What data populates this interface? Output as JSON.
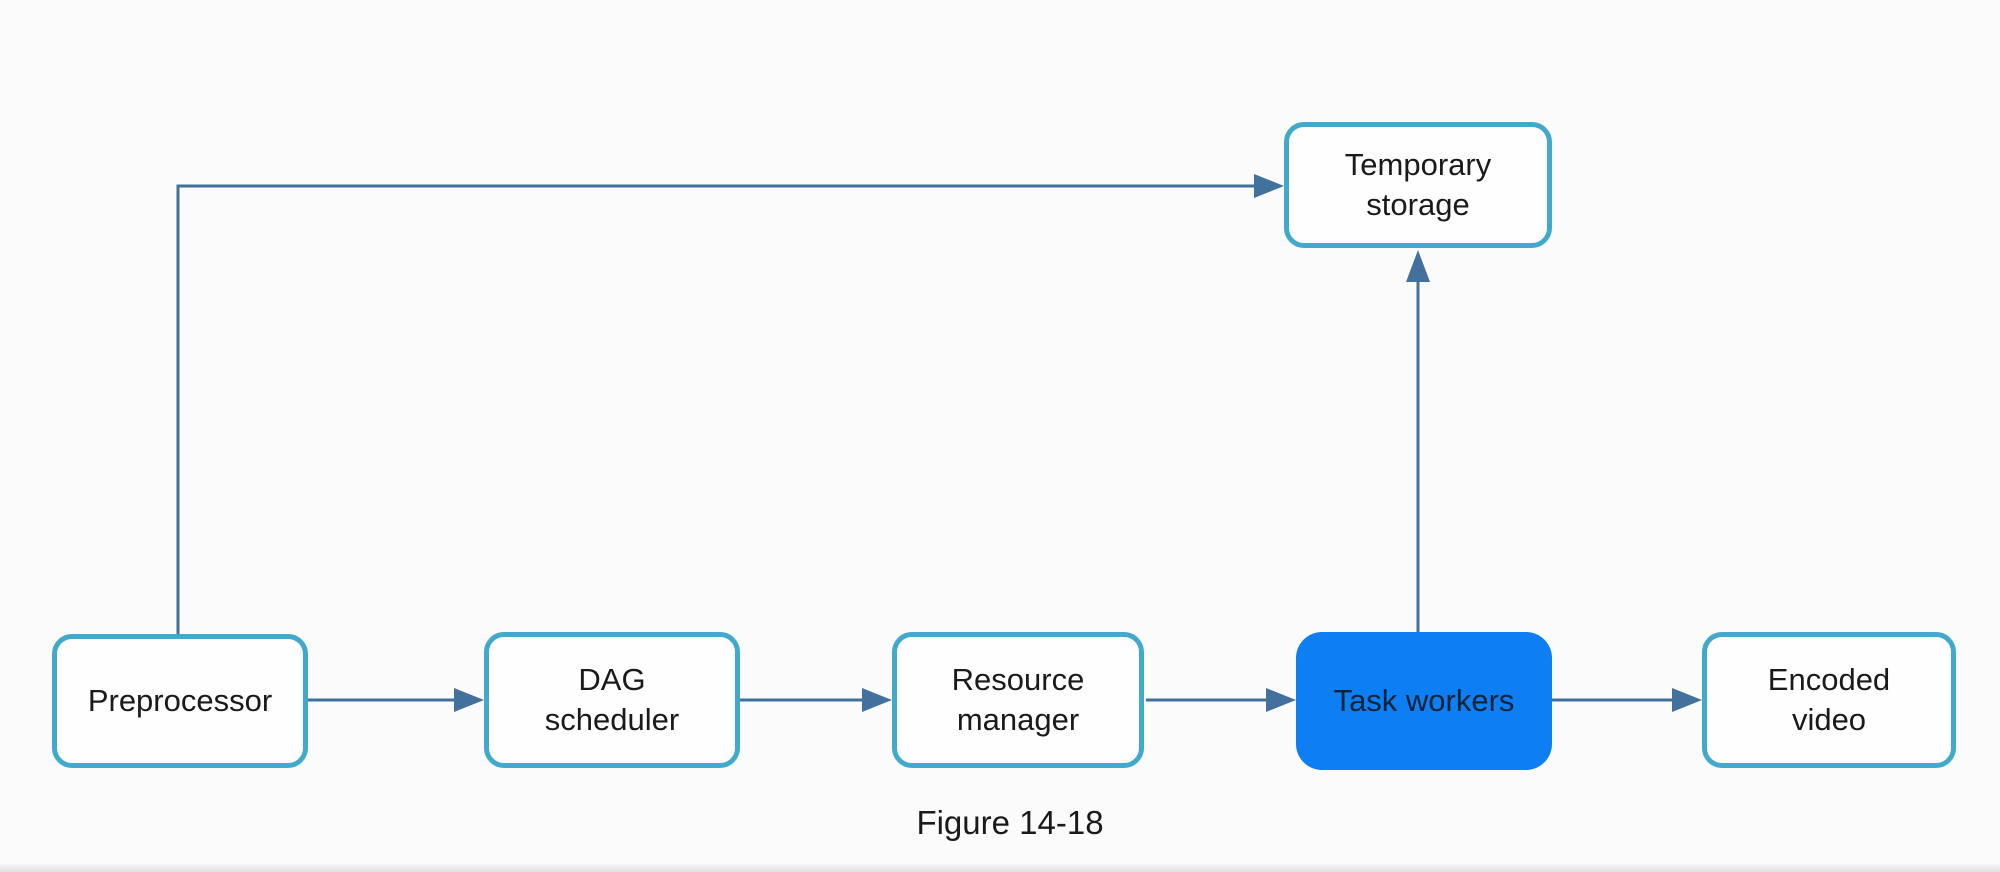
{
  "diagram": {
    "caption": "Figure 14-18",
    "nodes": [
      {
        "id": "preprocessor",
        "label": "Preprocessor",
        "highlighted": false
      },
      {
        "id": "dag-scheduler",
        "label": "DAG\nscheduler",
        "highlighted": false
      },
      {
        "id": "resource-manager",
        "label": "Resource\nmanager",
        "highlighted": false
      },
      {
        "id": "task-workers",
        "label": "Task workers",
        "highlighted": true
      },
      {
        "id": "encoded-video",
        "label": "Encoded\nvideo",
        "highlighted": false
      },
      {
        "id": "temporary-storage",
        "label": "Temporary\nstorage",
        "highlighted": false
      }
    ],
    "edges": [
      {
        "from": "preprocessor",
        "to": "temporary-storage"
      },
      {
        "from": "preprocessor",
        "to": "dag-scheduler"
      },
      {
        "from": "dag-scheduler",
        "to": "resource-manager"
      },
      {
        "from": "resource-manager",
        "to": "task-workers"
      },
      {
        "from": "task-workers",
        "to": "encoded-video"
      },
      {
        "from": "task-workers",
        "to": "temporary-storage"
      }
    ],
    "colors": {
      "node_border": "#42a8ce",
      "node_fill": "#fefefe",
      "highlight_node_fill": "#0d7ff2",
      "highlight_node_text": "#0e2239",
      "arrow": "#41719c",
      "text": "#1a1a1a",
      "background": "#fbfbfc"
    }
  }
}
